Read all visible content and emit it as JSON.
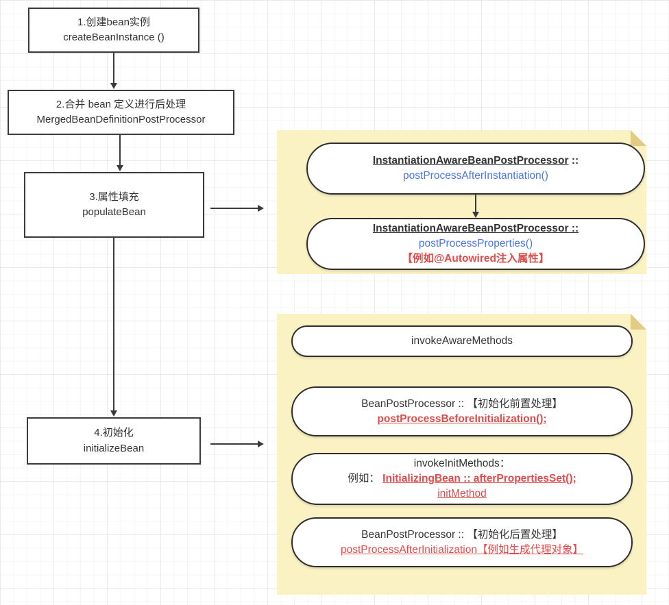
{
  "canvas": {
    "flow_steps": [
      {
        "line1": "1.创建bean实例",
        "line2": "createBeanInstance ()"
      },
      {
        "line1": "2.合并 bean 定义进行后处理",
        "line2": "MergedBeanDefinitionPostProcessor"
      },
      {
        "line1": "3.属性填充",
        "line2": "populateBean"
      },
      {
        "line1": "4.初始化",
        "line2": "initializeBean"
      }
    ],
    "note_populate": {
      "pill_after_instantiation": {
        "class_name": "InstantiationAwareBeanPostProcessor",
        "separator": " ::",
        "method": "postProcessAfterInstantiation()"
      },
      "pill_properties": {
        "class_name": "InstantiationAwareBeanPostProcessor ::",
        "method": "postProcessProperties()",
        "example": "【例如@Autowired注入属性】"
      }
    },
    "note_initialize": {
      "pill_aware": {
        "title": "invokeAwareMethods"
      },
      "pill_before_init": {
        "title": "BeanPostProcessor :: 【初始化前置处理】",
        "method": "postProcessBeforeInitialization();"
      },
      "pill_init_methods": {
        "title": "invokeInitMethods：",
        "example_prefix": "例如：",
        "method": "InitializingBean :: afterPropertiesSet();",
        "method2": "initMethod"
      },
      "pill_after_init": {
        "title": "BeanPostProcessor :: 【初始化后置处理】",
        "method": "postProcessAfterInitialization【例如生成代理对象】"
      }
    },
    "colors": {
      "note_background": "#FBF2C3",
      "note_fold": "#E2CB84",
      "shape_border": "#3B3B3B",
      "text": "#333333",
      "method_blue": "#4A76E8",
      "highlight_red": "#E14B4B"
    }
  }
}
